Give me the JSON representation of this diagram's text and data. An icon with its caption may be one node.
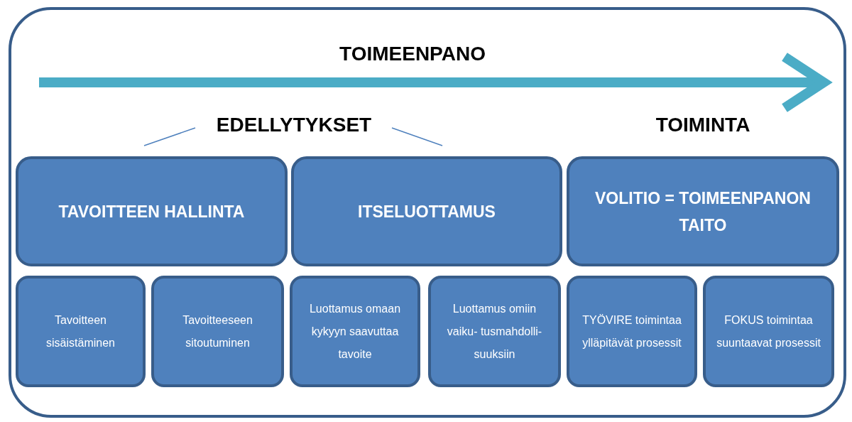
{
  "diagram": {
    "nodes": [
      {
        "text": [
          "TOIMEENPANO"
        ]
      },
      {
        "text": [
          "TAVOITTEEN HALLINTA"
        ],
        "in": 0
      },
      {
        "text": [
          "ITSELUOTTAMUS"
        ],
        "in": 0
      },
      {
        "text": [
          "VOLITIO = TOIMEENPANON TAITO"
        ],
        "in": 0
      },
      {
        "text": [
          "Tavoitteen sisäistäminen"
        ],
        "in": 0
      },
      {
        "text": [
          "Tavoitteeseen sitoutuminen"
        ],
        "in": 0
      },
      {
        "text": [
          "Luottamus omaan kykyyn saavuttaa tavoite"
        ],
        "in": 0
      },
      {
        "text": [
          "Luottamus omiin vaiku- tusmahdolli- suuksiin"
        ],
        "in": 0
      },
      {
        "text": [
          "TYÖVIRE toimintaa ylläpitävät prosessit"
        ],
        "in": 0
      },
      {
        "text": [
          "FOKUS toimintaa suuntaavat prosessit"
        ],
        "in": 0
      }
    ],
    "edges": [],
    "labels": [
      "EDELLYTYKSET",
      "TOIMINTA"
    ]
  }
}
